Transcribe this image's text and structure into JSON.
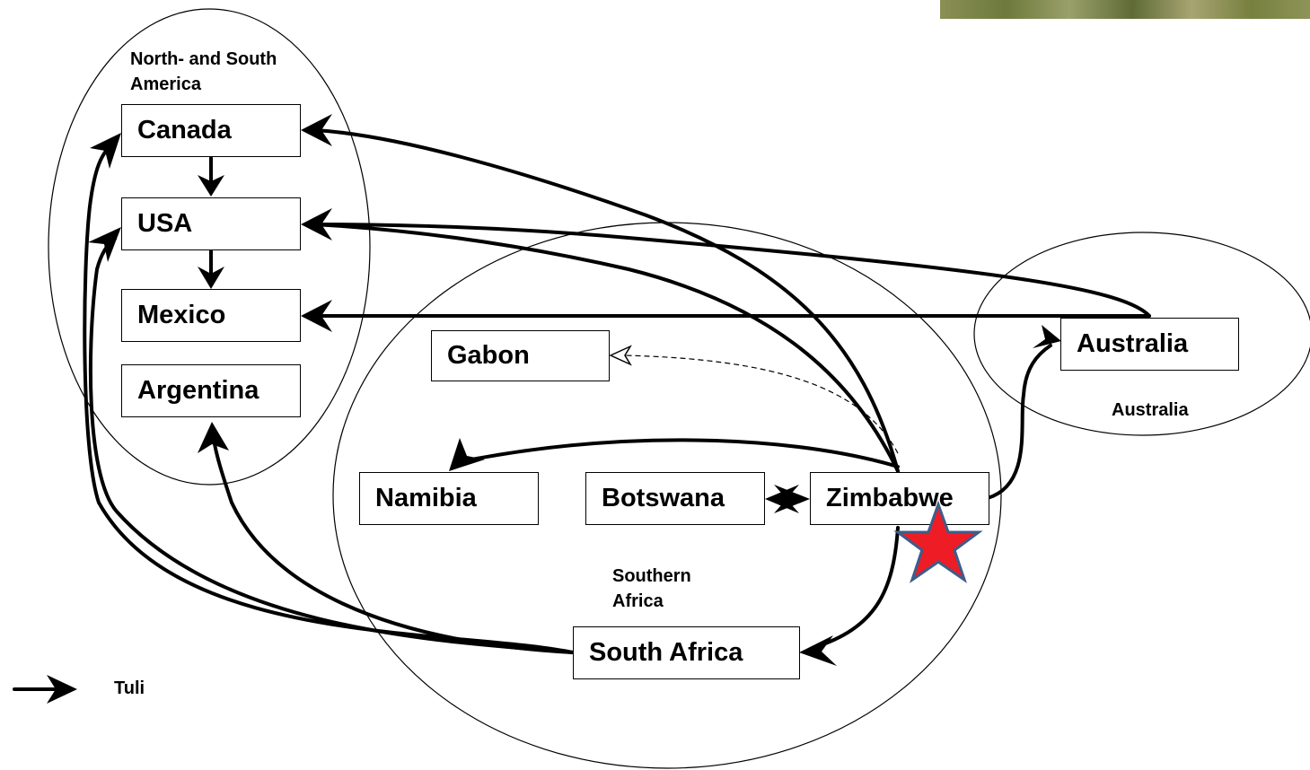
{
  "regions": {
    "americas": "North- and South America",
    "southern_africa": "Southern Africa",
    "australia": "Australia"
  },
  "countries": {
    "canada": "Canada",
    "usa": "USA",
    "mexico": "Mexico",
    "argentina": "Argentina",
    "gabon": "Gabon",
    "namibia": "Namibia",
    "botswana": "Botswana",
    "zimbabwe": "Zimbabwe",
    "south_africa": "South Africa",
    "australia": "Australia"
  },
  "legend": {
    "label": "Tuli"
  },
  "colors": {
    "star_fill": "#ee1c25",
    "star_stroke": "#3f5c8a",
    "line": "#000000"
  }
}
